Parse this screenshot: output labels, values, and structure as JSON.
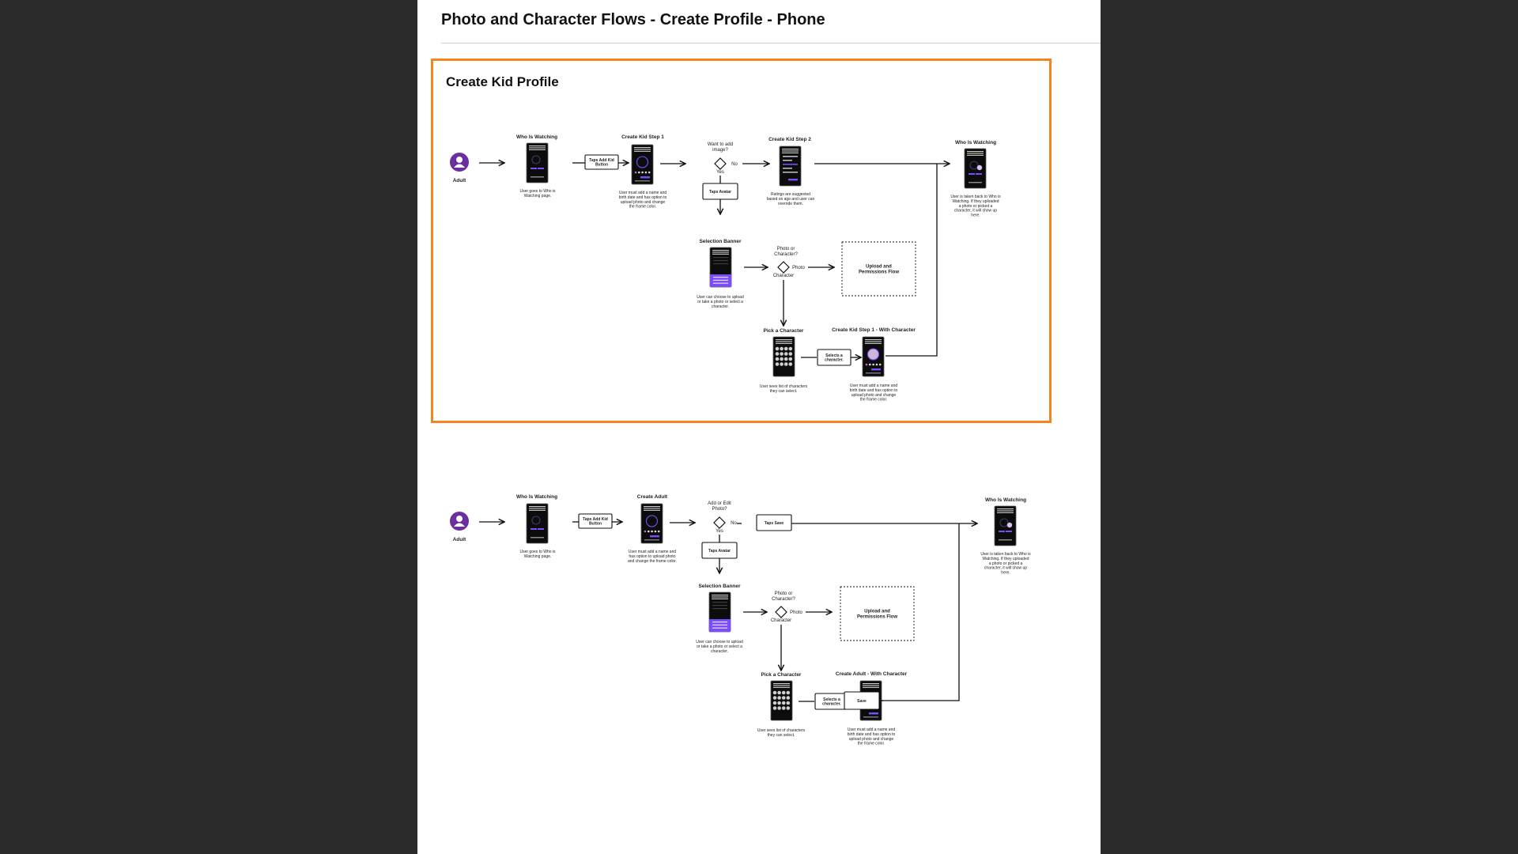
{
  "page": {
    "title": "Photo and Character Flows - Create Profile - Phone",
    "kid_section_title": "Create Kid Profile"
  },
  "colors": {
    "accent_frame": "#f5841f",
    "avatar_purple": "#6b2fa0",
    "screen_accent": "#7c4dff",
    "screen_dark": "#0c0c0c"
  },
  "kid_flow": {
    "actor": "Adult",
    "who_watching_title": "Who Is Watching",
    "who_watching_note": [
      "User goes to Who is",
      "Watching page."
    ],
    "taps_add_kid": [
      "Taps Add Kid",
      "Button"
    ],
    "create_step1_title": "Create Kid Step 1",
    "create_step1_note": [
      "User must add a name and",
      "birth date and has option to",
      "upload photo and change",
      "the frame color."
    ],
    "decision_image": [
      "Want to add",
      "image?"
    ],
    "yes": "Yes",
    "no": "No",
    "taps_avatar": "Taps Avatar",
    "create_step2_title": "Create Kid Step 2",
    "create_step2_note": [
      "Ratings are suggested",
      "based on age and user can",
      "override them."
    ],
    "who_watching_end_title": "Who Is Watching",
    "who_watching_end_note": [
      "User is taken back to Who is",
      "Watching. If they uploaded",
      "a photo or picked a",
      "character, it will show up",
      "here."
    ],
    "selection_banner_title": "Selection Banner",
    "selection_banner_note": [
      "User can choose to upload",
      "or take a photo or select a",
      "character."
    ],
    "decision_photo": [
      "Photo or",
      "Character?"
    ],
    "photo": "Photo",
    "character": "Character",
    "upload_flow": [
      "Upload and",
      "Permissions Flow"
    ],
    "pick_character_title": "Pick a Character",
    "pick_character_note": [
      "User sees list of characters",
      "they can select."
    ],
    "selects_character": [
      "Selects a",
      "character."
    ],
    "with_character_title": "Create Kid Step 1 - With Character",
    "with_character_note": [
      "User must add a name and",
      "birth date and has option to",
      "upload photo and change",
      "the frame color."
    ]
  },
  "adult_flow": {
    "actor": "Adult",
    "who_watching_title": "Who Is Watching",
    "who_watching_note": [
      "User goes to Who is",
      "Watching page."
    ],
    "taps_add_kid": [
      "Taps Add Kid",
      "Button"
    ],
    "create_adult_title": "Create Adult",
    "create_adult_note": [
      "User must add a name and",
      "has option to upload photo",
      "and change the frame color."
    ],
    "decision_photo_edit": [
      "Add or Edit",
      "Photo?"
    ],
    "yes": "Yes",
    "no": "No",
    "taps_save": "Taps Save",
    "taps_avatar": "Taps Avatar",
    "who_watching_end_title": "Who Is Watching",
    "who_watching_end_note": [
      "User is taken back to Who is",
      "Watching. If they uploaded",
      "a photo or picked a",
      "character, it will show up",
      "here."
    ],
    "selection_banner_title": "Selection Banner",
    "selection_banner_note": [
      "User can choose to upload",
      "or take a photo or select a",
      "character."
    ],
    "decision_photo": [
      "Photo or",
      "Character?"
    ],
    "photo": "Photo",
    "character": "Character",
    "upload_flow": [
      "Upload and",
      "Permissions Flow"
    ],
    "pick_character_title": "Pick a Character",
    "pick_character_note": [
      "User sees list of characters",
      "they can select."
    ],
    "selects_character": [
      "Selects a",
      "character."
    ],
    "with_character_title": "Create Adult - With Character",
    "with_character_note": [
      "User must add a name and",
      "birth date and has option to",
      "upload photo and change",
      "the frame color."
    ],
    "save": "Save"
  }
}
